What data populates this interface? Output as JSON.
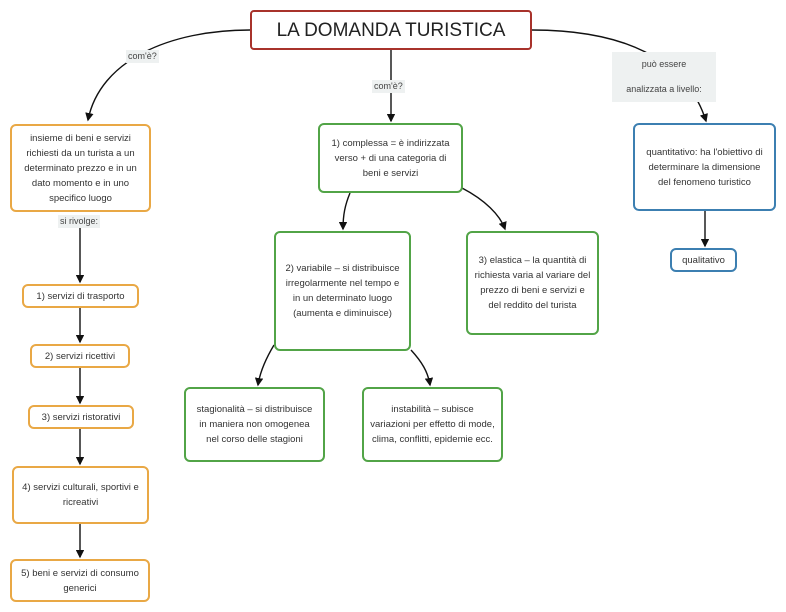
{
  "title": "LA DOMANDA TURISTICA",
  "edge_labels": {
    "left": "com'è?",
    "center": "com'è?",
    "right_line1": "può essere",
    "right_line2": "analizzata a livello:",
    "left_chain": "si rivolge:"
  },
  "nodes": {
    "definition": "insieme di beni e servizi richiesti da un turista a un determinato prezzo e in un dato momento e in uno specifico luogo",
    "complessa": "1) complessa = è indirizzata verso + di una categoria di beni e servizi",
    "variabile": "2) variabile – si distribuisce irregolarmente nel tempo e in un determinato luogo (aumenta e diminuisce)",
    "elastica": "3) elastica – la quantità di richiesta varia al variare del prezzo di beni e servizi e del reddito del turista",
    "stagionalita": "stagionalità – si distribuisce in maniera non omogenea nel corso delle stagioni",
    "instabilita": "instabilità – subisce variazioni per effetto di mode, clima, conflitti, epidemie ecc.",
    "quantitativo": "quantitativo: ha l'obiettivo di determinare la dimensione del fenomeno turistico",
    "qualitativo": "qualitativo"
  },
  "services": [
    "1) servizi di trasporto",
    "2) servizi ricettivi",
    "3) servizi ristorativi",
    "4) servizi culturali, sportivi e ricreativi",
    "5) beni e servizi di consumo generici"
  ],
  "colors": {
    "title": "#a8322b",
    "orange": "#e9a845",
    "green": "#52a447",
    "blue": "#3c7fb1"
  }
}
